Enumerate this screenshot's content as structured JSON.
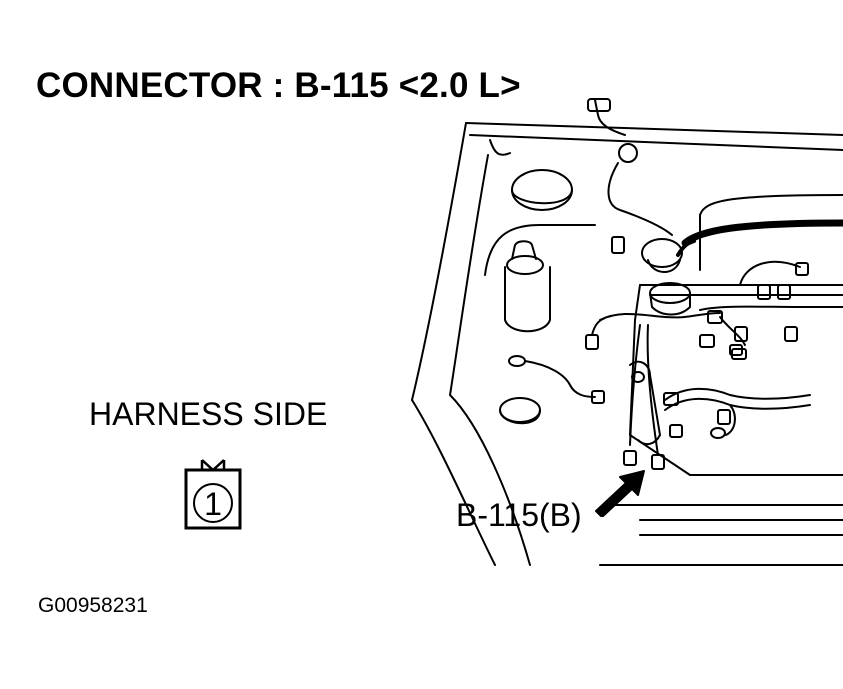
{
  "title": "CONNECTOR : B-115 <2.0 L>",
  "harness_side_label": "HARNESS SIDE",
  "connector_face": {
    "pin_label": "1"
  },
  "callout_label": "B-115(B)",
  "figure_id": "G00958231",
  "colors": {
    "ink": "#000000",
    "background": "#ffffff"
  },
  "icons": [
    "connector-face-icon",
    "arrow-icon",
    "engine-bay-illustration"
  ]
}
